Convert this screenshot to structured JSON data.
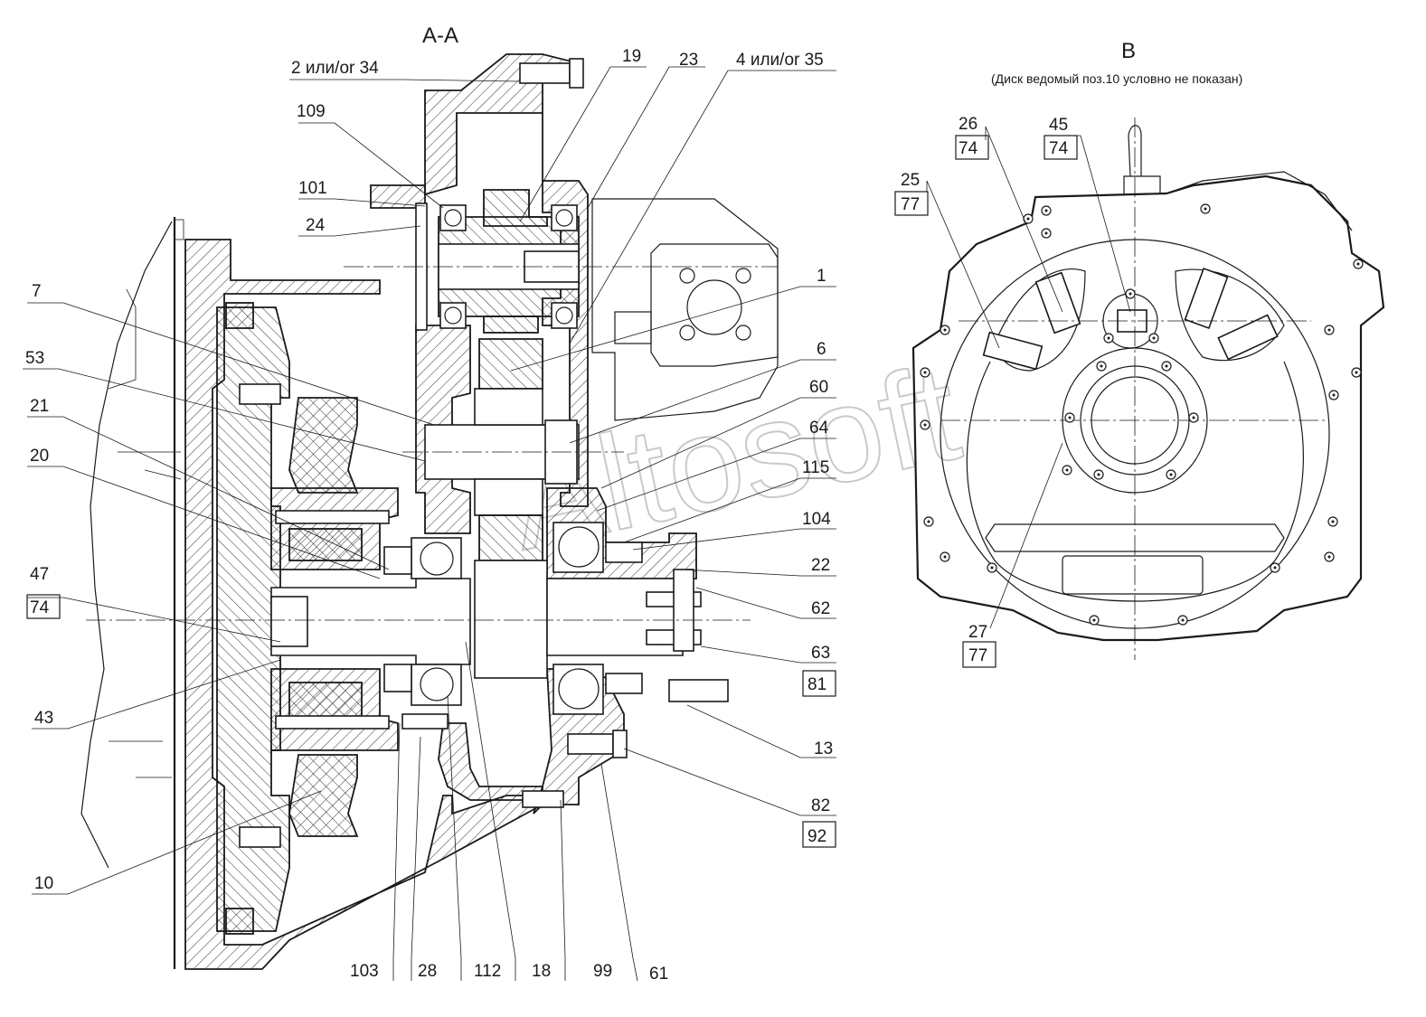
{
  "sections": {
    "aa": "А-А",
    "b": "В",
    "b_note": "(Диск ведомый поз.10 условно не показан)"
  },
  "watermark": "Altosoft",
  "labels": {
    "p2_34": "2 или/or  34",
    "p19": "19",
    "p23": "23",
    "p4_35": "4 или/or  35",
    "p109": "109",
    "p101": "101",
    "p24": "24",
    "p7": "7",
    "p53": "53",
    "p21": "21",
    "p20": "20",
    "p47": "47",
    "p74a": "74",
    "p43": "43",
    "p10": "10",
    "p1": "1",
    "p6": "6",
    "p60": "60",
    "p64": "64",
    "p115": "115",
    "p104": "104",
    "p22": "22",
    "p62": "62",
    "p63": "63",
    "p81": "81",
    "p13": "13",
    "p82": "82",
    "p92": "92",
    "p103": "103",
    "p28": "28",
    "p112": "112",
    "p18": "18",
    "p99": "99",
    "p61": "61",
    "p26": "26",
    "p74b": "74",
    "p45": "45",
    "p74c": "74",
    "p25": "25",
    "p77a": "77",
    "p27": "27",
    "p77b": "77"
  }
}
